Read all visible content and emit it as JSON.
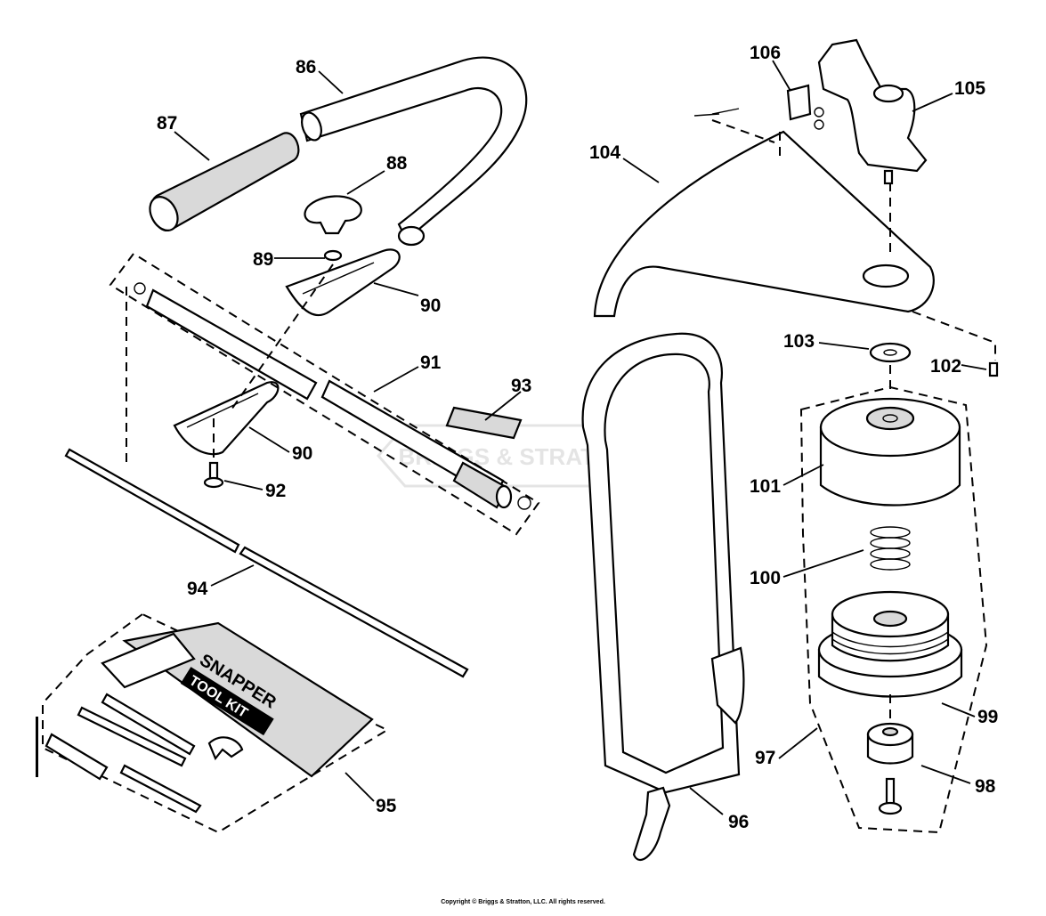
{
  "diagram": {
    "parts": [
      {
        "id": "86",
        "label": "86"
      },
      {
        "id": "87",
        "label": "87"
      },
      {
        "id": "88",
        "label": "88"
      },
      {
        "id": "89",
        "label": "89"
      },
      {
        "id": "90a",
        "label": "90"
      },
      {
        "id": "90b",
        "label": "90"
      },
      {
        "id": "91",
        "label": "91"
      },
      {
        "id": "92",
        "label": "92"
      },
      {
        "id": "93",
        "label": "93"
      },
      {
        "id": "94",
        "label": "94"
      },
      {
        "id": "95",
        "label": "95"
      },
      {
        "id": "96",
        "label": "96"
      },
      {
        "id": "97",
        "label": "97"
      },
      {
        "id": "98",
        "label": "98"
      },
      {
        "id": "99",
        "label": "99"
      },
      {
        "id": "100",
        "label": "100"
      },
      {
        "id": "101",
        "label": "101"
      },
      {
        "id": "102",
        "label": "102"
      },
      {
        "id": "103",
        "label": "103"
      },
      {
        "id": "104",
        "label": "104"
      },
      {
        "id": "105",
        "label": "105"
      },
      {
        "id": "106",
        "label": "106"
      }
    ],
    "tool_kit": {
      "line1": "SNAPPER",
      "line2": "TOOL KIT"
    },
    "watermark": "BRIGGS & STRATTON"
  },
  "footer": {
    "copyright": "Copyright © Briggs & Stratton, LLC. All rights reserved."
  }
}
